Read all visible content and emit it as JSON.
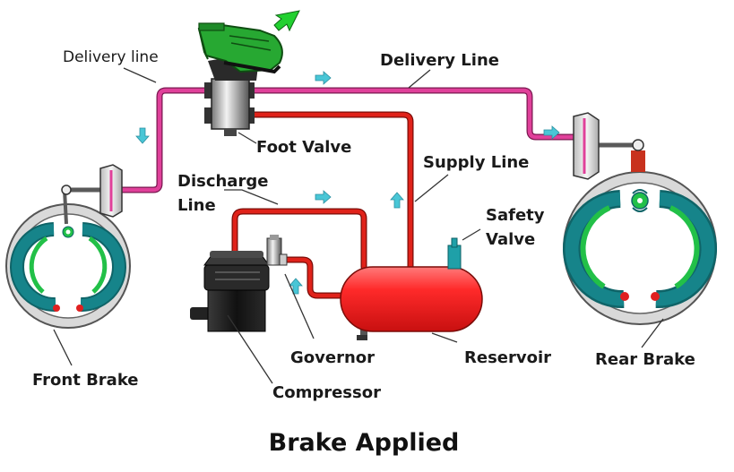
{
  "title": "Brake Applied",
  "labels": {
    "delivery_line_left": "Delivery line",
    "delivery_line_right": "Delivery Line",
    "foot_valve": "Foot Valve",
    "supply_line": "Supply Line",
    "discharge_line_1": "Discharge",
    "discharge_line_2": "Line",
    "safety_valve_1": "Safety",
    "safety_valve_2": "Valve",
    "governor": "Governor",
    "reservoir": "Reservoir",
    "compressor": "Compressor",
    "front_brake": "Front Brake",
    "rear_brake": "Rear Brake"
  },
  "colors": {
    "delivery_line": "#e0409a",
    "supply_line": "#e0221a",
    "reservoir": "#ff2a2a",
    "arrow": "#49c6d6",
    "boot": "#27a832",
    "brake_drum": "#d9d9d9",
    "shoe_teal": "#16848a",
    "shoe_green": "#22c048",
    "compressor": "#1b1b1b"
  },
  "icons": {
    "pedal_indicator": "green-arrow-icon",
    "flow_arrow": "cyan-flow-arrow-icon"
  }
}
